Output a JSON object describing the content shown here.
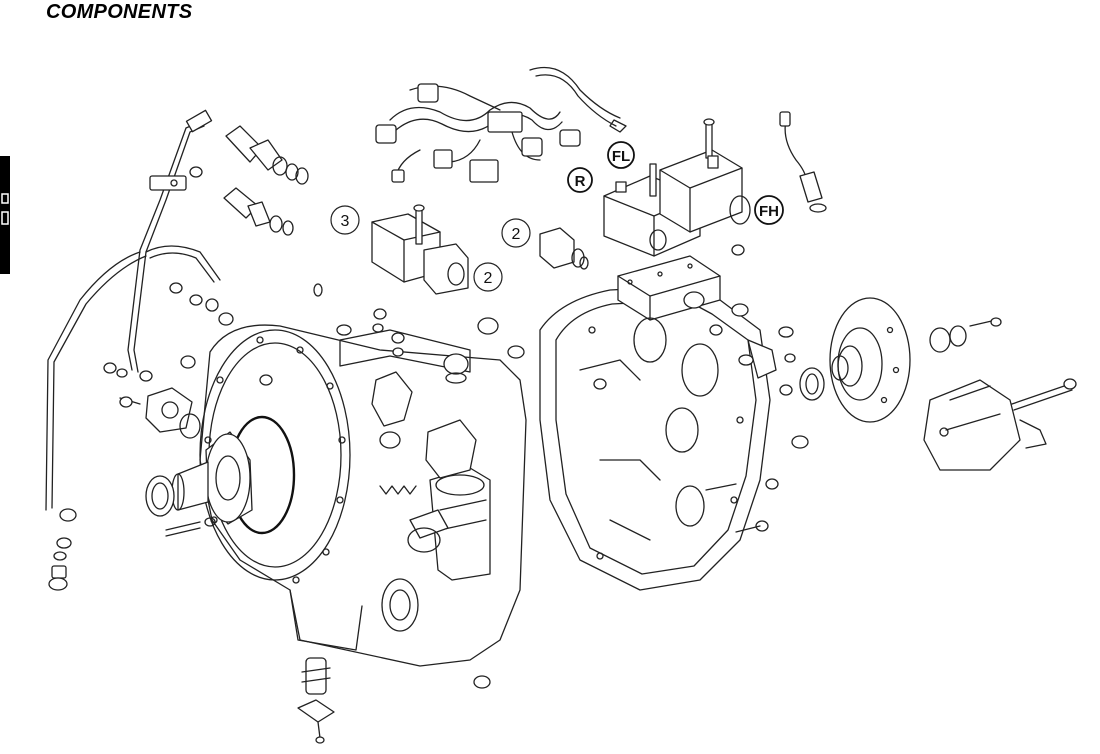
{
  "page": {
    "title": "COMPONENTS"
  },
  "callouts": {
    "num_3": "3",
    "num_2_center": "2",
    "num_2_right": "2",
    "fl": "FL",
    "r": "R",
    "fh": "FH"
  },
  "colors": {
    "line": "#222222",
    "background": "#ffffff",
    "tab": "#000000"
  }
}
